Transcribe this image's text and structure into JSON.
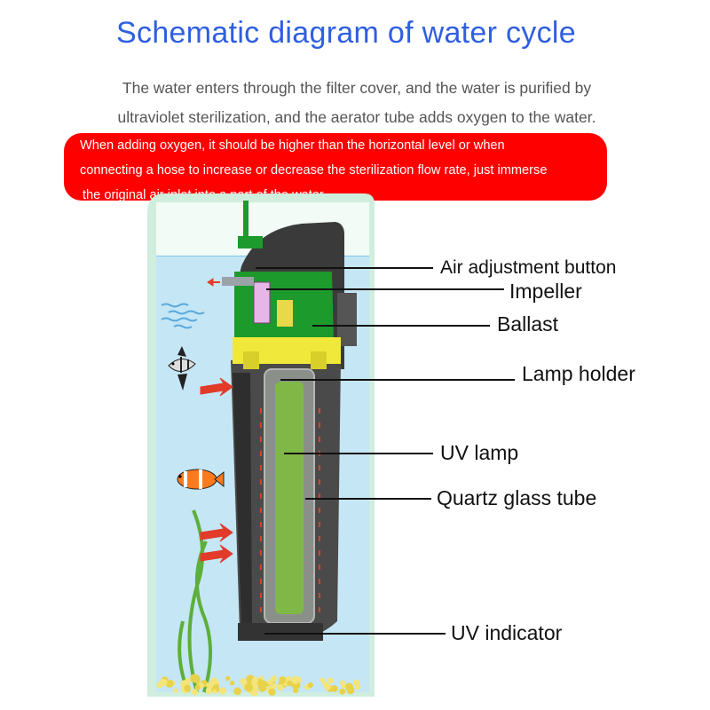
{
  "title": "Schematic diagram of water cycle",
  "subtitle": {
    "line1": "The water enters through the filter cover, and the water is purified by",
    "line2": "ultraviolet sterilization, and the aerator tube adds oxygen to the water."
  },
  "warning": {
    "line1": "When adding oxygen, it should be higher than the horizontal level or when",
    "line2": "connecting a hose to increase or decrease the sterilization flow rate, just immerse",
    "line3": "the original air inlet into a part of the water."
  },
  "labels": {
    "air_adjustment": "Air adjustment button",
    "impeller": "Impeller",
    "ballast": "Ballast",
    "lamp_holder": "Lamp holder",
    "uv_lamp": "UV lamp",
    "quartz_tube": "Quartz glass tube",
    "uv_indicator": "UV indicator"
  },
  "colors": {
    "title": "#2f5fe0",
    "warning_bg": "#ff0000",
    "water": "#bfe3f5",
    "tank_frame": "#bfe8c8",
    "filter_body": "#4a4a4a",
    "top_section": "#1c9a2c",
    "lamp_holder": "#f0e83a",
    "flow_arrow": "#e23b2a"
  }
}
